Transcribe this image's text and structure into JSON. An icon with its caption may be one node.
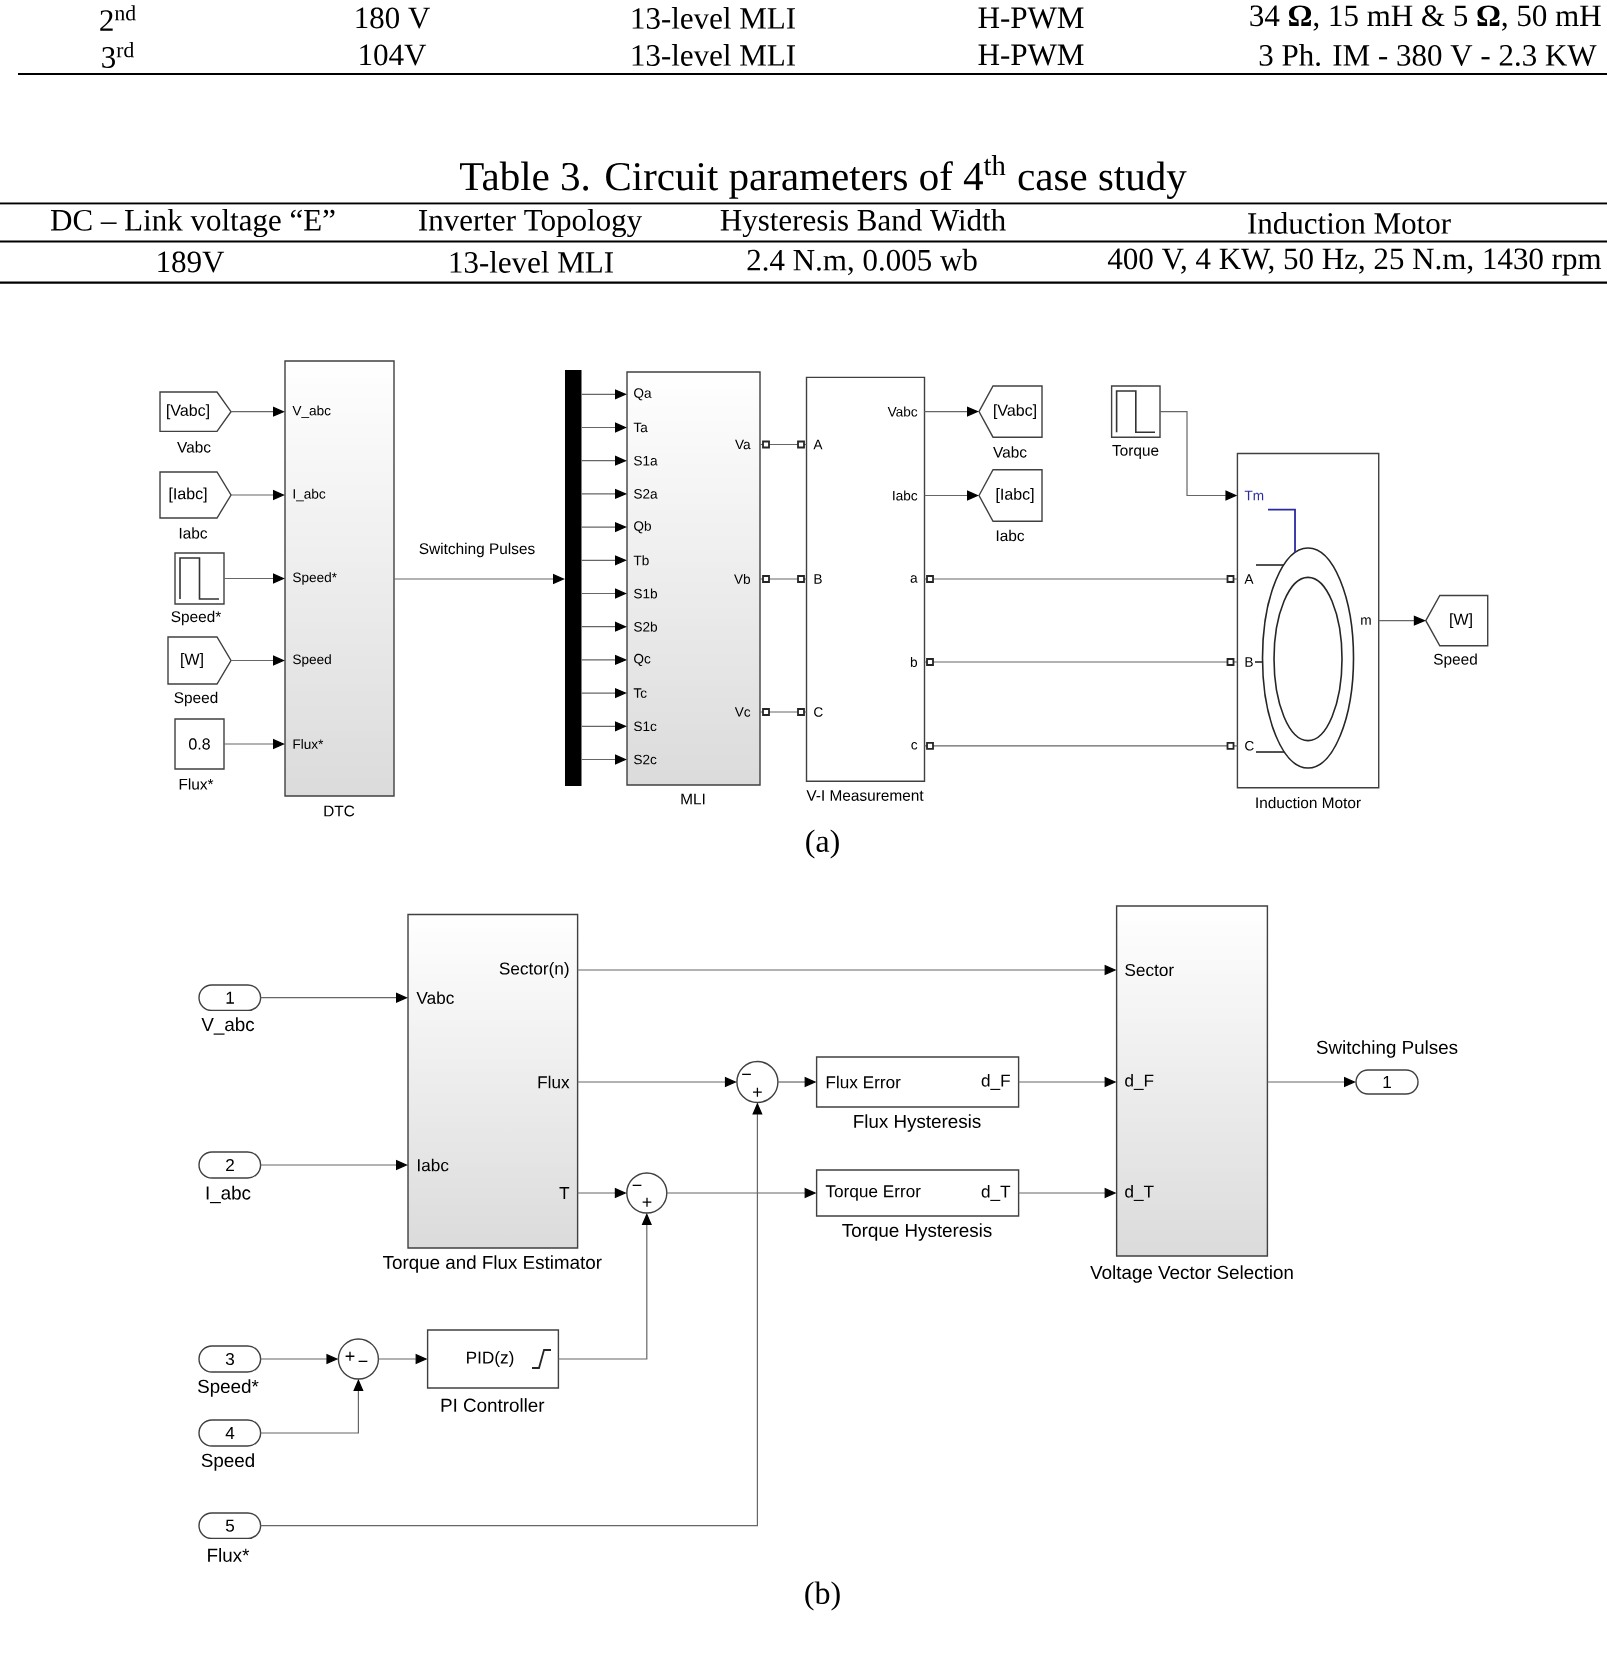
{
  "diagram": {
    "nodes": [
      {
        "text": [
          "[Vabc]"
        ],
        "beside": [
          "Vabc"
        ]
      },
      {
        "text": [
          "[Iabc]"
        ],
        "beside": [
          "Iabc"
        ]
      },
      {
        "text": [],
        "shape": "box",
        "beside": [
          "Speed*"
        ]
      },
      {
        "text": [
          "[W]"
        ],
        "beside": [
          "Speed"
        ]
      },
      {
        "text": [
          "0.8"
        ],
        "beside": [
          "Flux*"
        ]
      },
      {
        "text": [
          "V_abc",
          "I_abc",
          "Speed*",
          "Speed",
          "Flux*"
        ],
        "beside": [
          "DTC"
        ]
      },
      {
        "text": [],
        "shape": "bar"
      },
      {
        "text": [
          "Qa",
          "Ta",
          "S1a",
          "S2a",
          "Qb",
          "Tb",
          "S1b",
          "S2b",
          "Qc",
          "Tc",
          "S1c",
          "S2c",
          "Va",
          "Vb",
          "Vc"
        ],
        "beside": [
          "MLI"
        ]
      },
      {
        "text": [
          "A",
          "B",
          "C",
          "Vabc",
          "Iabc",
          "a",
          "b",
          "c"
        ],
        "beside": [
          "V-I Measurement"
        ]
      },
      {
        "text": [
          "[Vabc]"
        ],
        "beside": [
          "Vabc"
        ]
      },
      {
        "text": [
          "[Iabc]"
        ],
        "beside": [
          "Iabc"
        ]
      },
      {
        "text": [],
        "shape": "box",
        "beside": [
          "Torque"
        ]
      },
      {
        "text": [
          "Tm",
          "A",
          "B",
          "C",
          "m"
        ],
        "beside": [
          "Induction Motor"
        ]
      },
      {
        "text": [
          "[W]"
        ],
        "beside": [
          "Speed"
        ]
      },
      {
        "text": [
          "1"
        ],
        "beside": [
          "V_abc"
        ]
      },
      {
        "text": [
          "2"
        ],
        "beside": [
          "I_abc"
        ]
      },
      {
        "text": [
          "Vabc",
          "Iabc",
          "Sector(n)",
          "Flux",
          "T"
        ],
        "beside": [
          "Torque and Flux Estimator"
        ]
      },
      {
        "text": [
          "Sector",
          "d_F",
          "d_T"
        ],
        "beside": [
          "Voltage Vector Selection"
        ]
      },
      {
        "text": [
          "−",
          "+"
        ]
      },
      {
        "text": [
          "Flux Error",
          "d_F"
        ],
        "beside": [
          "Flux Hysteresis"
        ]
      },
      {
        "text": [
          "−",
          "+"
        ]
      },
      {
        "text": [
          "Torque Error",
          "d_T"
        ],
        "beside": [
          "Torque Hysteresis"
        ]
      },
      {
        "text": [
          "1"
        ],
        "beside": [
          "Switching Pulses"
        ]
      },
      {
        "text": [
          "3"
        ],
        "beside": [
          "Speed*"
        ]
      },
      {
        "text": [
          "+",
          "−"
        ]
      },
      {
        "text": [
          "PID(z)"
        ],
        "beside": [
          "PI Controller"
        ]
      },
      {
        "text": [
          "4"
        ],
        "beside": [
          "Speed"
        ]
      },
      {
        "text": [
          "5"
        ],
        "beside": [
          "Flux*"
        ]
      }
    ],
    "edges": [
      {
        "from": 0,
        "to": 5,
        "arrow": "to"
      },
      {
        "from": 1,
        "to": 5,
        "arrow": "to"
      },
      {
        "from": 2,
        "to": 5,
        "arrow": "to"
      },
      {
        "from": 3,
        "to": 5,
        "arrow": "to"
      },
      {
        "from": 4,
        "to": 5,
        "arrow": "to"
      },
      {
        "from": 5,
        "to": 6,
        "arrow": "to",
        "label": "Switching Pulses"
      },
      {
        "from": 6,
        "to": 7,
        "arrow": "to"
      },
      {
        "from": 6,
        "to": 7,
        "arrow": "to"
      },
      {
        "from": 6,
        "to": 7,
        "arrow": "to"
      },
      {
        "from": 6,
        "to": 7,
        "arrow": "to"
      },
      {
        "from": 6,
        "to": 7,
        "arrow": "to"
      },
      {
        "from": 6,
        "to": 7,
        "arrow": "to"
      },
      {
        "from": 6,
        "to": 7,
        "arrow": "to"
      },
      {
        "from": 6,
        "to": 7,
        "arrow": "to"
      },
      {
        "from": 6,
        "to": 7,
        "arrow": "to"
      },
      {
        "from": 6,
        "to": 7,
        "arrow": "to"
      },
      {
        "from": 6,
        "to": 7,
        "arrow": "to"
      },
      {
        "from": 6,
        "to": 7,
        "arrow": "to"
      },
      {
        "from": 7,
        "to": 8,
        "arrow": "none"
      },
      {
        "from": 7,
        "to": 8,
        "arrow": "none"
      },
      {
        "from": 7,
        "to": 8,
        "arrow": "none"
      },
      {
        "from": 8,
        "to": 9,
        "arrow": "to"
      },
      {
        "from": 8,
        "to": 10,
        "arrow": "to"
      },
      {
        "from": 8,
        "to": 12,
        "arrow": "none"
      },
      {
        "from": 8,
        "to": 12,
        "arrow": "none"
      },
      {
        "from": 8,
        "to": 12,
        "arrow": "none"
      },
      {
        "from": 11,
        "to": 12,
        "arrow": "to"
      },
      {
        "from": 12,
        "to": 13,
        "arrow": "to"
      },
      {
        "from": 14,
        "to": 16,
        "arrow": "to"
      },
      {
        "from": 15,
        "to": 16,
        "arrow": "to"
      },
      {
        "from": 16,
        "to": 17,
        "arrow": "to"
      },
      {
        "from": 16,
        "to": 18,
        "arrow": "to"
      },
      {
        "from": 16,
        "to": 20,
        "arrow": "to"
      },
      {
        "from": 18,
        "to": 19,
        "arrow": "to"
      },
      {
        "from": 19,
        "to": 17,
        "arrow": "to"
      },
      {
        "from": 20,
        "to": 21,
        "arrow": "to"
      },
      {
        "from": 21,
        "to": 17,
        "arrow": "to"
      },
      {
        "from": 17,
        "to": 22,
        "arrow": "to"
      },
      {
        "from": 23,
        "to": 24,
        "arrow": "to"
      },
      {
        "from": 26,
        "to": 24,
        "arrow": "to"
      },
      {
        "from": 24,
        "to": 25,
        "arrow": "to"
      },
      {
        "from": 25,
        "to": 20,
        "arrow": "to"
      },
      {
        "from": 27,
        "to": 18,
        "arrow": "to"
      }
    ],
    "labels": [
      "2$^{nd}$",
      "180 V",
      "13-level MLI",
      "H-PWM",
      "34 **Ω**, 15 mH & 5 **Ω**, 50 mH",
      "3$^{rd}$",
      "104V",
      "13-level MLI",
      "H-PWM",
      "3 Ph. IM - 380 V - 2.3 KW",
      "Table 3. Circuit parameters of 4$^{th}$ case study",
      "DC – Link voltage “E”",
      "Inverter Topology",
      "Hysteresis Band Width",
      "Induction Motor",
      "189V",
      "13-level MLI",
      "2.4 N.m, 0.005 wb",
      "400 V, 4 KW, 50 Hz, 25 N.m, 1430 rpm",
      "(a)",
      "(b)"
    ]
  }
}
